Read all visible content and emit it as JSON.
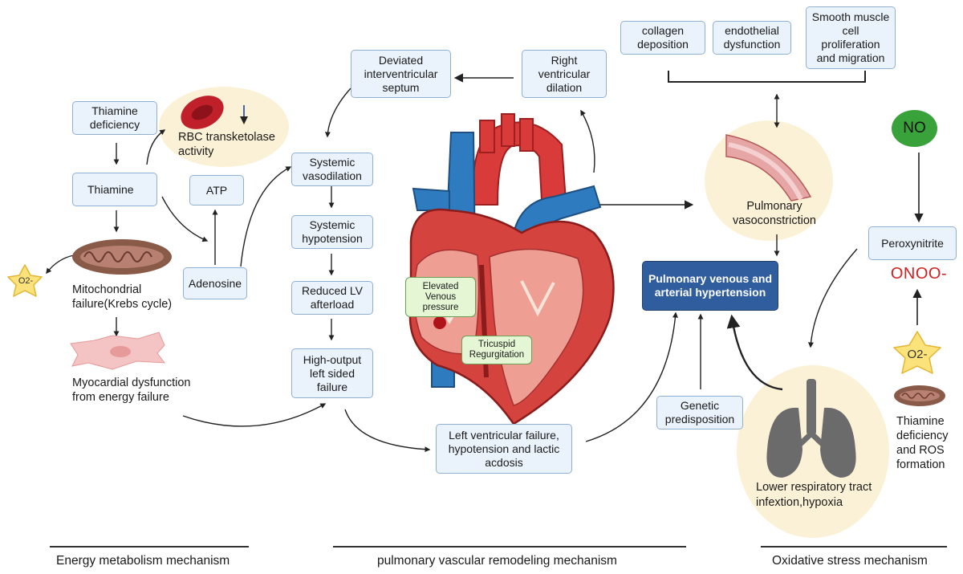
{
  "energy": {
    "thiamine_deficiency": "Thiamine deficiency",
    "thiamine": "Thiamine",
    "rbc": "RBC transketolase activity",
    "atp": "ATP",
    "adenosine": "Adenosine",
    "mito": "Mitochondrial failure(Krebs cycle)",
    "o2": "O2-",
    "myocardial": "Myocardial dysfunction from energy failure"
  },
  "central": {
    "systemic_vasodilation": "Systemic vasodilation",
    "systemic_hypotension": "Systemic hypotension",
    "reduced_lv": "Reduced LV afterload",
    "high_output": "High-output left sided failure",
    "deviated": "Deviated interventricular septum",
    "rv_dilation": "Right ventricular dilation",
    "lv_failure": "Left ventricular failure, hypotension and lactic acdosis",
    "elevated": "Elevated Venous pressure",
    "tricuspid": "Tricuspid Regurgitation"
  },
  "pulmonary": {
    "collagen": "collagen deposition",
    "endothelial": "endothelial dysfunction",
    "smooth_muscle": "Smooth muscle cell proliferation and migration",
    "vasoconstriction": "Pulmonary vasoconstriction",
    "hypertension": "Pulmonary venous and arterial hypertension",
    "genetic": "Genetic predisposition",
    "lungs": "Lower respiratory tract infextion,hypoxia"
  },
  "oxidative": {
    "no": "NO",
    "peroxynitrite": "Peroxynitrite",
    "onoo": "ONOO-",
    "o2": "O2-",
    "thiamine_ros": "Thiamine deficiency and ROS formation"
  },
  "footer": {
    "energy": "Energy metabolism mechanism",
    "pulmonary": "pulmonary vascular remodeling mechanism",
    "oxidative": "Oxidative stress mechanism"
  },
  "colors": {
    "box_fill": "#eaf2fb",
    "box_border": "#8fb0d3",
    "highlight_fill": "#2f5d9e",
    "circle_fill": "#fbf1d6",
    "no_green": "#3aa23a",
    "onoo_red": "#d21f1f"
  }
}
